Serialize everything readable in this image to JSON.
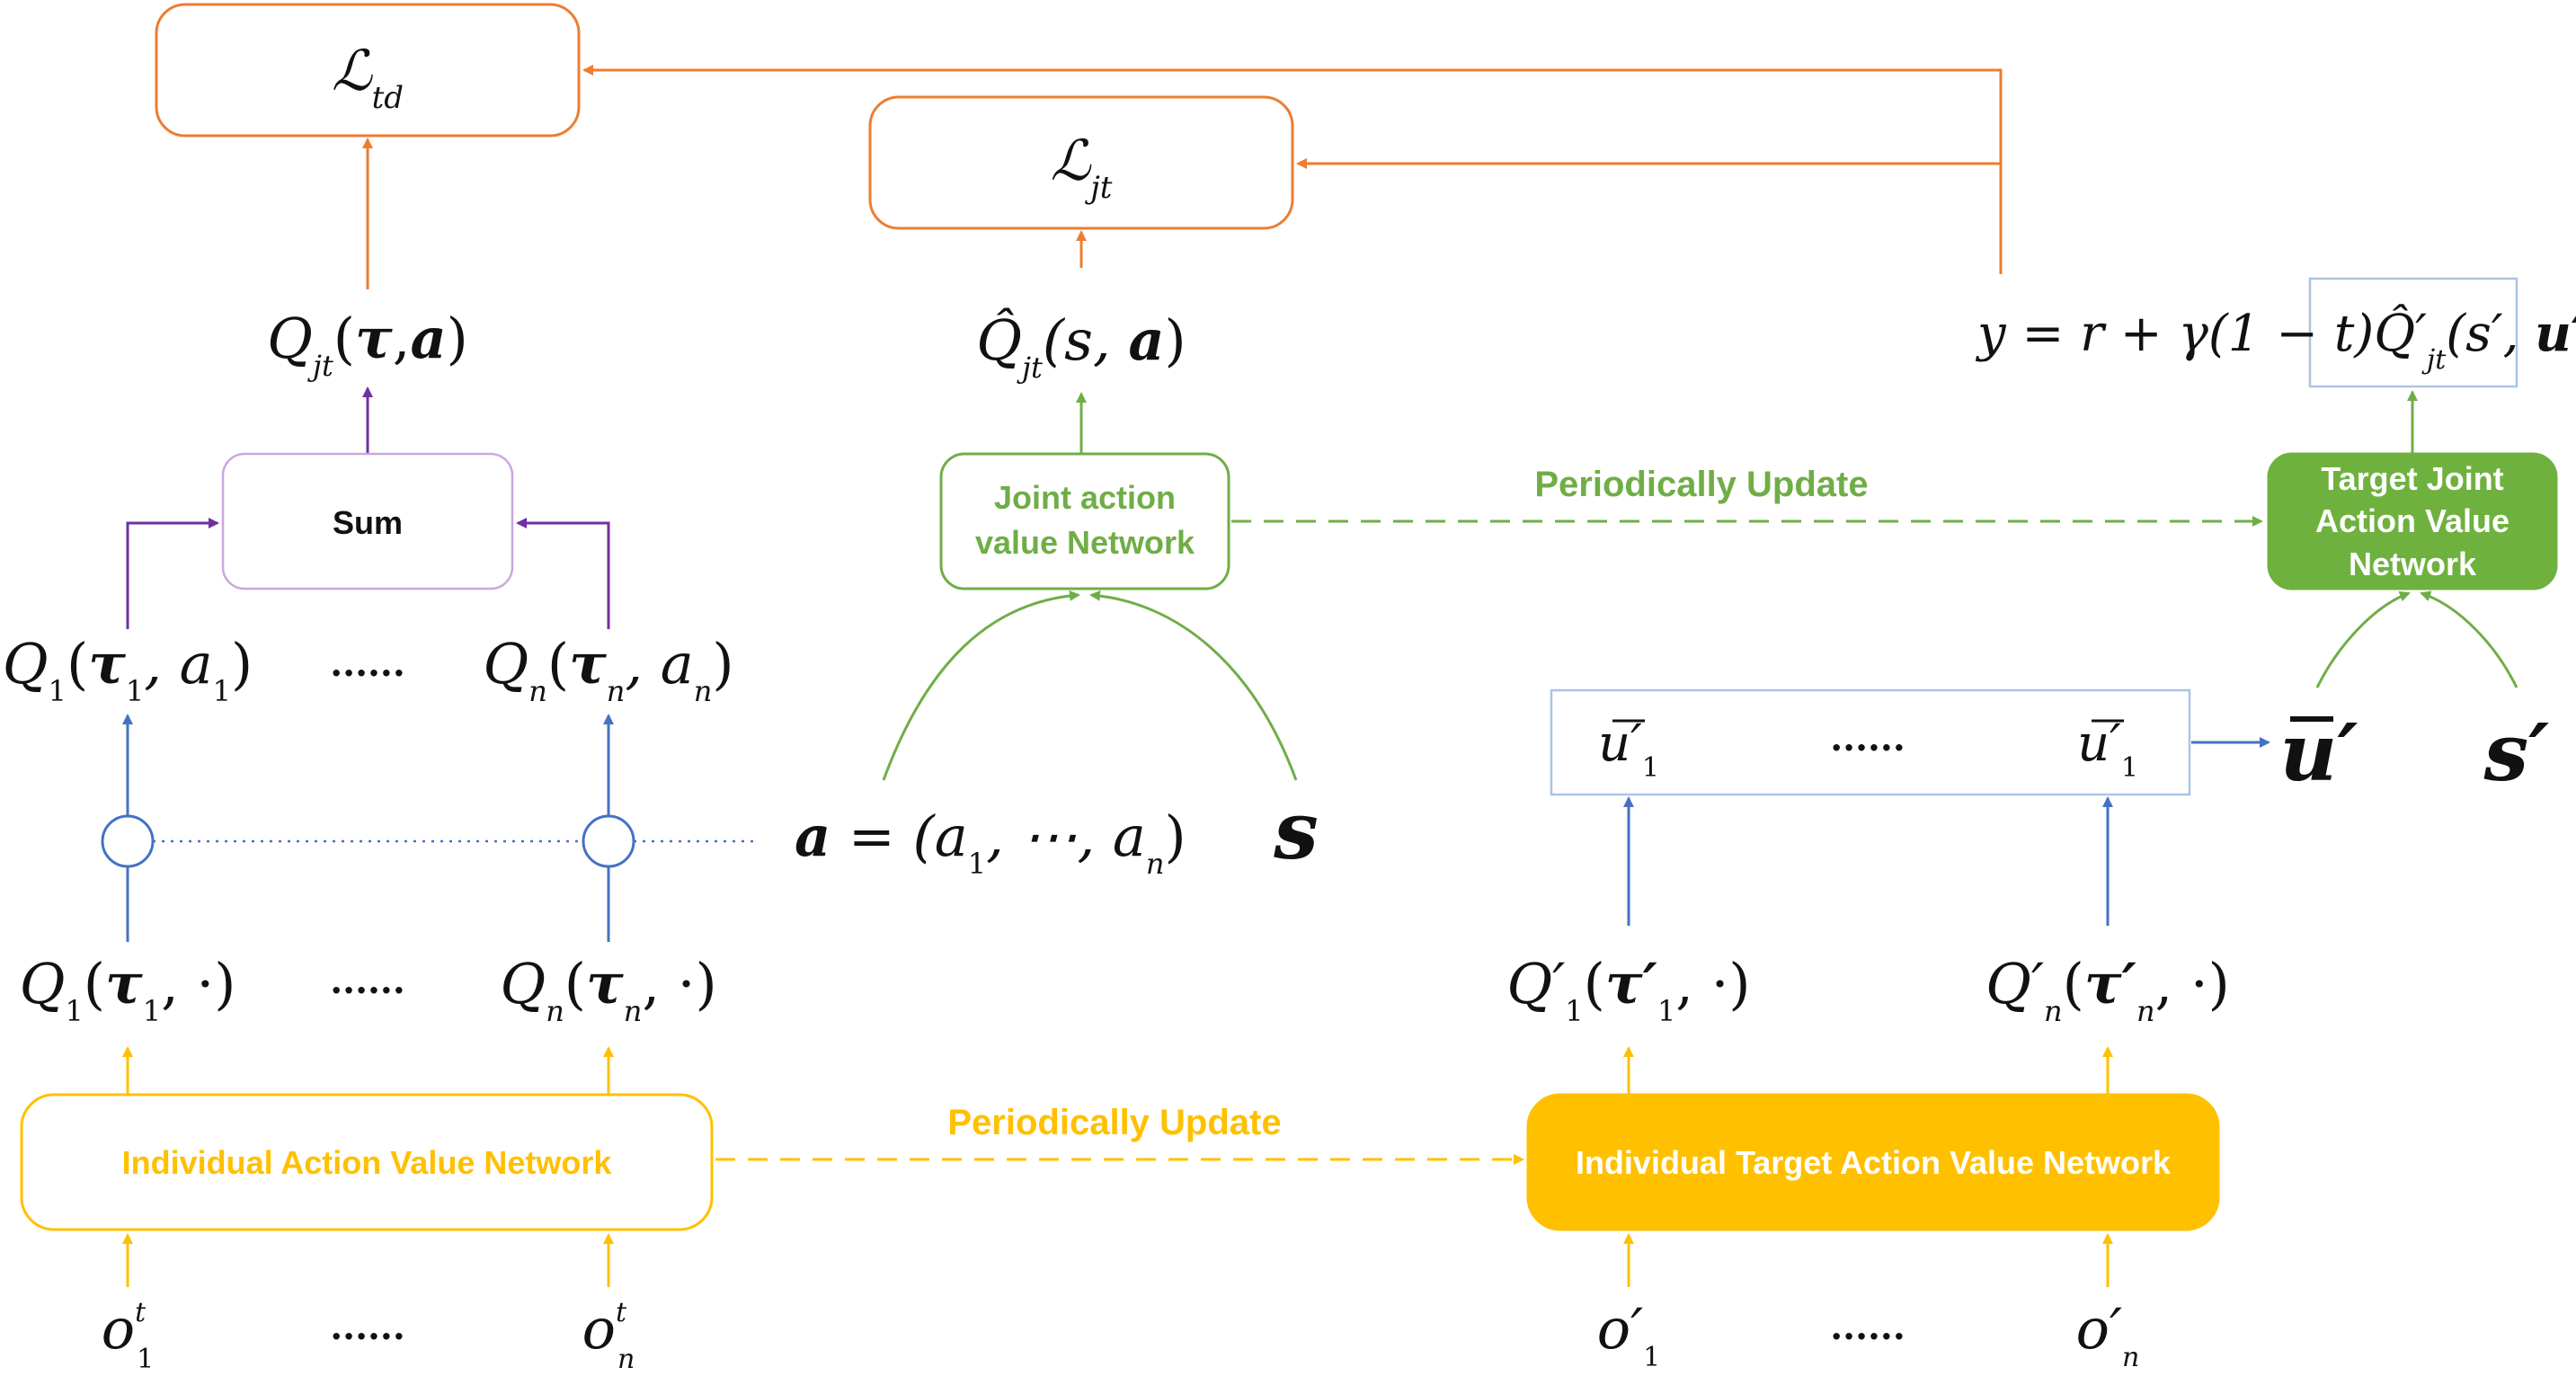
{
  "colors": {
    "orange": "#ED7D31",
    "green": "#70AD47",
    "green_fill": "#6FB13F",
    "yellow": "#FFC000",
    "yellow_fill": "#FFC000",
    "blue": "#4472C4",
    "purple": "#7030A0",
    "light_blue_border": "#AAC4E3",
    "sum_border": "#C9A8E0"
  },
  "boxes": {
    "l_td": {
      "symbol": "ℒ",
      "sub": "td"
    },
    "l_jt": {
      "symbol": "ℒ",
      "sub": "jt"
    },
    "sum": {
      "label": "Sum"
    },
    "joint_action": {
      "line1": "Joint action",
      "line2": "value Network"
    },
    "target_joint": {
      "line1": "Target Joint",
      "line2": "Action Value",
      "line3": "Network"
    },
    "individual": {
      "label": "Individual Action Value Network"
    },
    "individual_target": {
      "label": "Individual Target Action Value Network"
    }
  },
  "labels": {
    "periodically_update_top": "Periodically Update",
    "periodically_update_bottom": "Periodically Update",
    "dots": "......"
  },
  "math": {
    "q_jt": {
      "q": "Q",
      "sub": "jt",
      "args_open": "(",
      "tau": "τ",
      "comma": ",",
      "a": "a",
      "close": ")"
    },
    "qhat_jt": {
      "q": "Q̂",
      "sub": "jt",
      "args": "(s, ",
      "a": "a",
      "close": ")"
    },
    "target_y": {
      "lhs": "y = r + γ(1 − t)",
      "q": "Q̂′",
      "sub": "jt",
      "args": "(s′, ",
      "u": "u′",
      "close": ")"
    },
    "q1_a": {
      "q": "Q",
      "sub": "1",
      "open": "(",
      "tau": "τ",
      "tau_sub": "1",
      "mid": ", a",
      "a_sub": "1",
      "close": ")"
    },
    "qn_a": {
      "q": "Q",
      "sub": "n",
      "open": "(",
      "tau": "τ",
      "tau_sub": "n",
      "mid": ", a",
      "a_sub": "n",
      "close": ")"
    },
    "q1_dot": {
      "q": "Q",
      "sub": "1",
      "open": "(",
      "tau": "τ",
      "tau_sub": "1",
      "mid": ", ·)"
    },
    "qn_dot": {
      "q": "Q",
      "sub": "n",
      "open": "(",
      "tau": "τ",
      "tau_sub": "n",
      "mid": ", ·)"
    },
    "q1p_dot": {
      "q": "Q′",
      "sub": "1",
      "open": "(",
      "tau": "τ′",
      "tau_sub": "1",
      "mid": ", ·)"
    },
    "qnp_dot": {
      "q": "Q′",
      "sub": "n",
      "open": "(",
      "tau": "τ′",
      "tau_sub": "n",
      "mid": ", ·)"
    },
    "a_vec": {
      "a": "a",
      "eq": " = (a",
      "sub1": "1",
      "mid": ", ⋯, a",
      "subn": "n",
      "close": ")"
    },
    "s_big": "s",
    "u_bar_1": {
      "u": "u′",
      "sub": "1"
    },
    "u_bar_2": {
      "u": "u′",
      "sub": "1"
    },
    "u_prime_big": "u′",
    "s_prime_big": "s′",
    "o1": {
      "o": "o",
      "sup": "t",
      "sub": "1"
    },
    "on": {
      "o": "o",
      "sup": "t",
      "sub": "n"
    },
    "o1p": {
      "o": "o′",
      "sub": "1"
    },
    "onp": {
      "o": "o′",
      "sub": "n"
    }
  }
}
